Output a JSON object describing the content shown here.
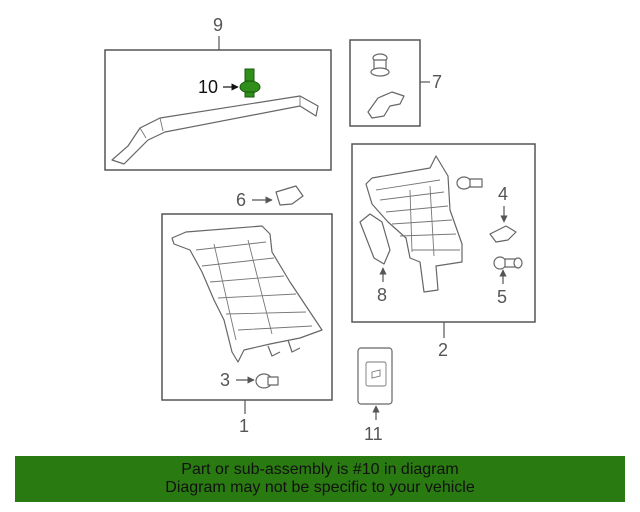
{
  "callouts": {
    "c1": "1",
    "c2": "2",
    "c3": "3",
    "c4": "4",
    "c5": "5",
    "c6": "6",
    "c7": "7",
    "c8": "8",
    "c9": "9",
    "c10": "10",
    "c11": "11"
  },
  "banner": {
    "line1": "Part or sub-assembly is #10 in diagram",
    "line2": "Diagram may not be specific to your vehicle"
  },
  "colors": {
    "banner_bg": "#2a7a12",
    "highlight_part": "#2f8f1a",
    "line": "#555555"
  }
}
